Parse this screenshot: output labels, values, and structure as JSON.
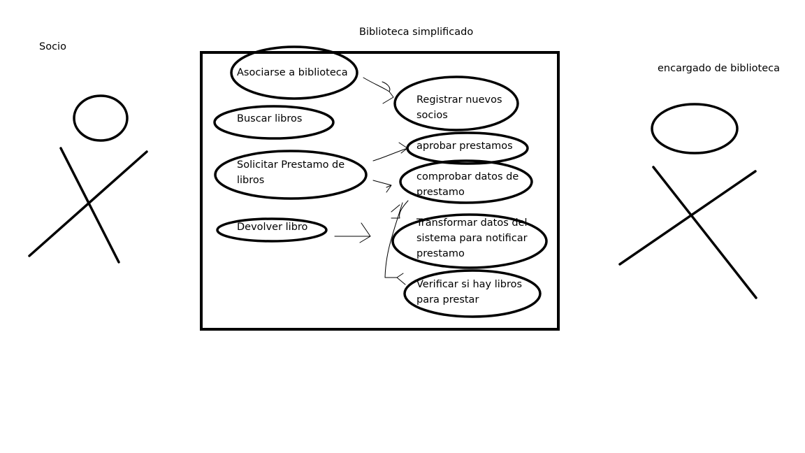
{
  "title": "Biblioteca simplificado",
  "actors": {
    "socio": {
      "label": "Socio"
    },
    "encargado": {
      "label": "encargado de biblioteca"
    }
  },
  "socio_use_cases": [
    {
      "label": "Asociarse a biblioteca"
    },
    {
      "label": "Buscar libros"
    },
    {
      "label": "Solicitar Prestamo de libros"
    },
    {
      "label": "Devolver libro"
    }
  ],
  "encargado_use_cases": [
    {
      "label": "Registrar nuevos socios"
    },
    {
      "label": "aprobar prestamos"
    },
    {
      "label": "comprobar datos de prestamo"
    },
    {
      "label": "Transformar datos del sistema para notificar prestamo"
    },
    {
      "label": "Verificar si hay libros para prestar"
    }
  ],
  "colors": {
    "stroke": "#000000",
    "background": "#ffffff"
  }
}
